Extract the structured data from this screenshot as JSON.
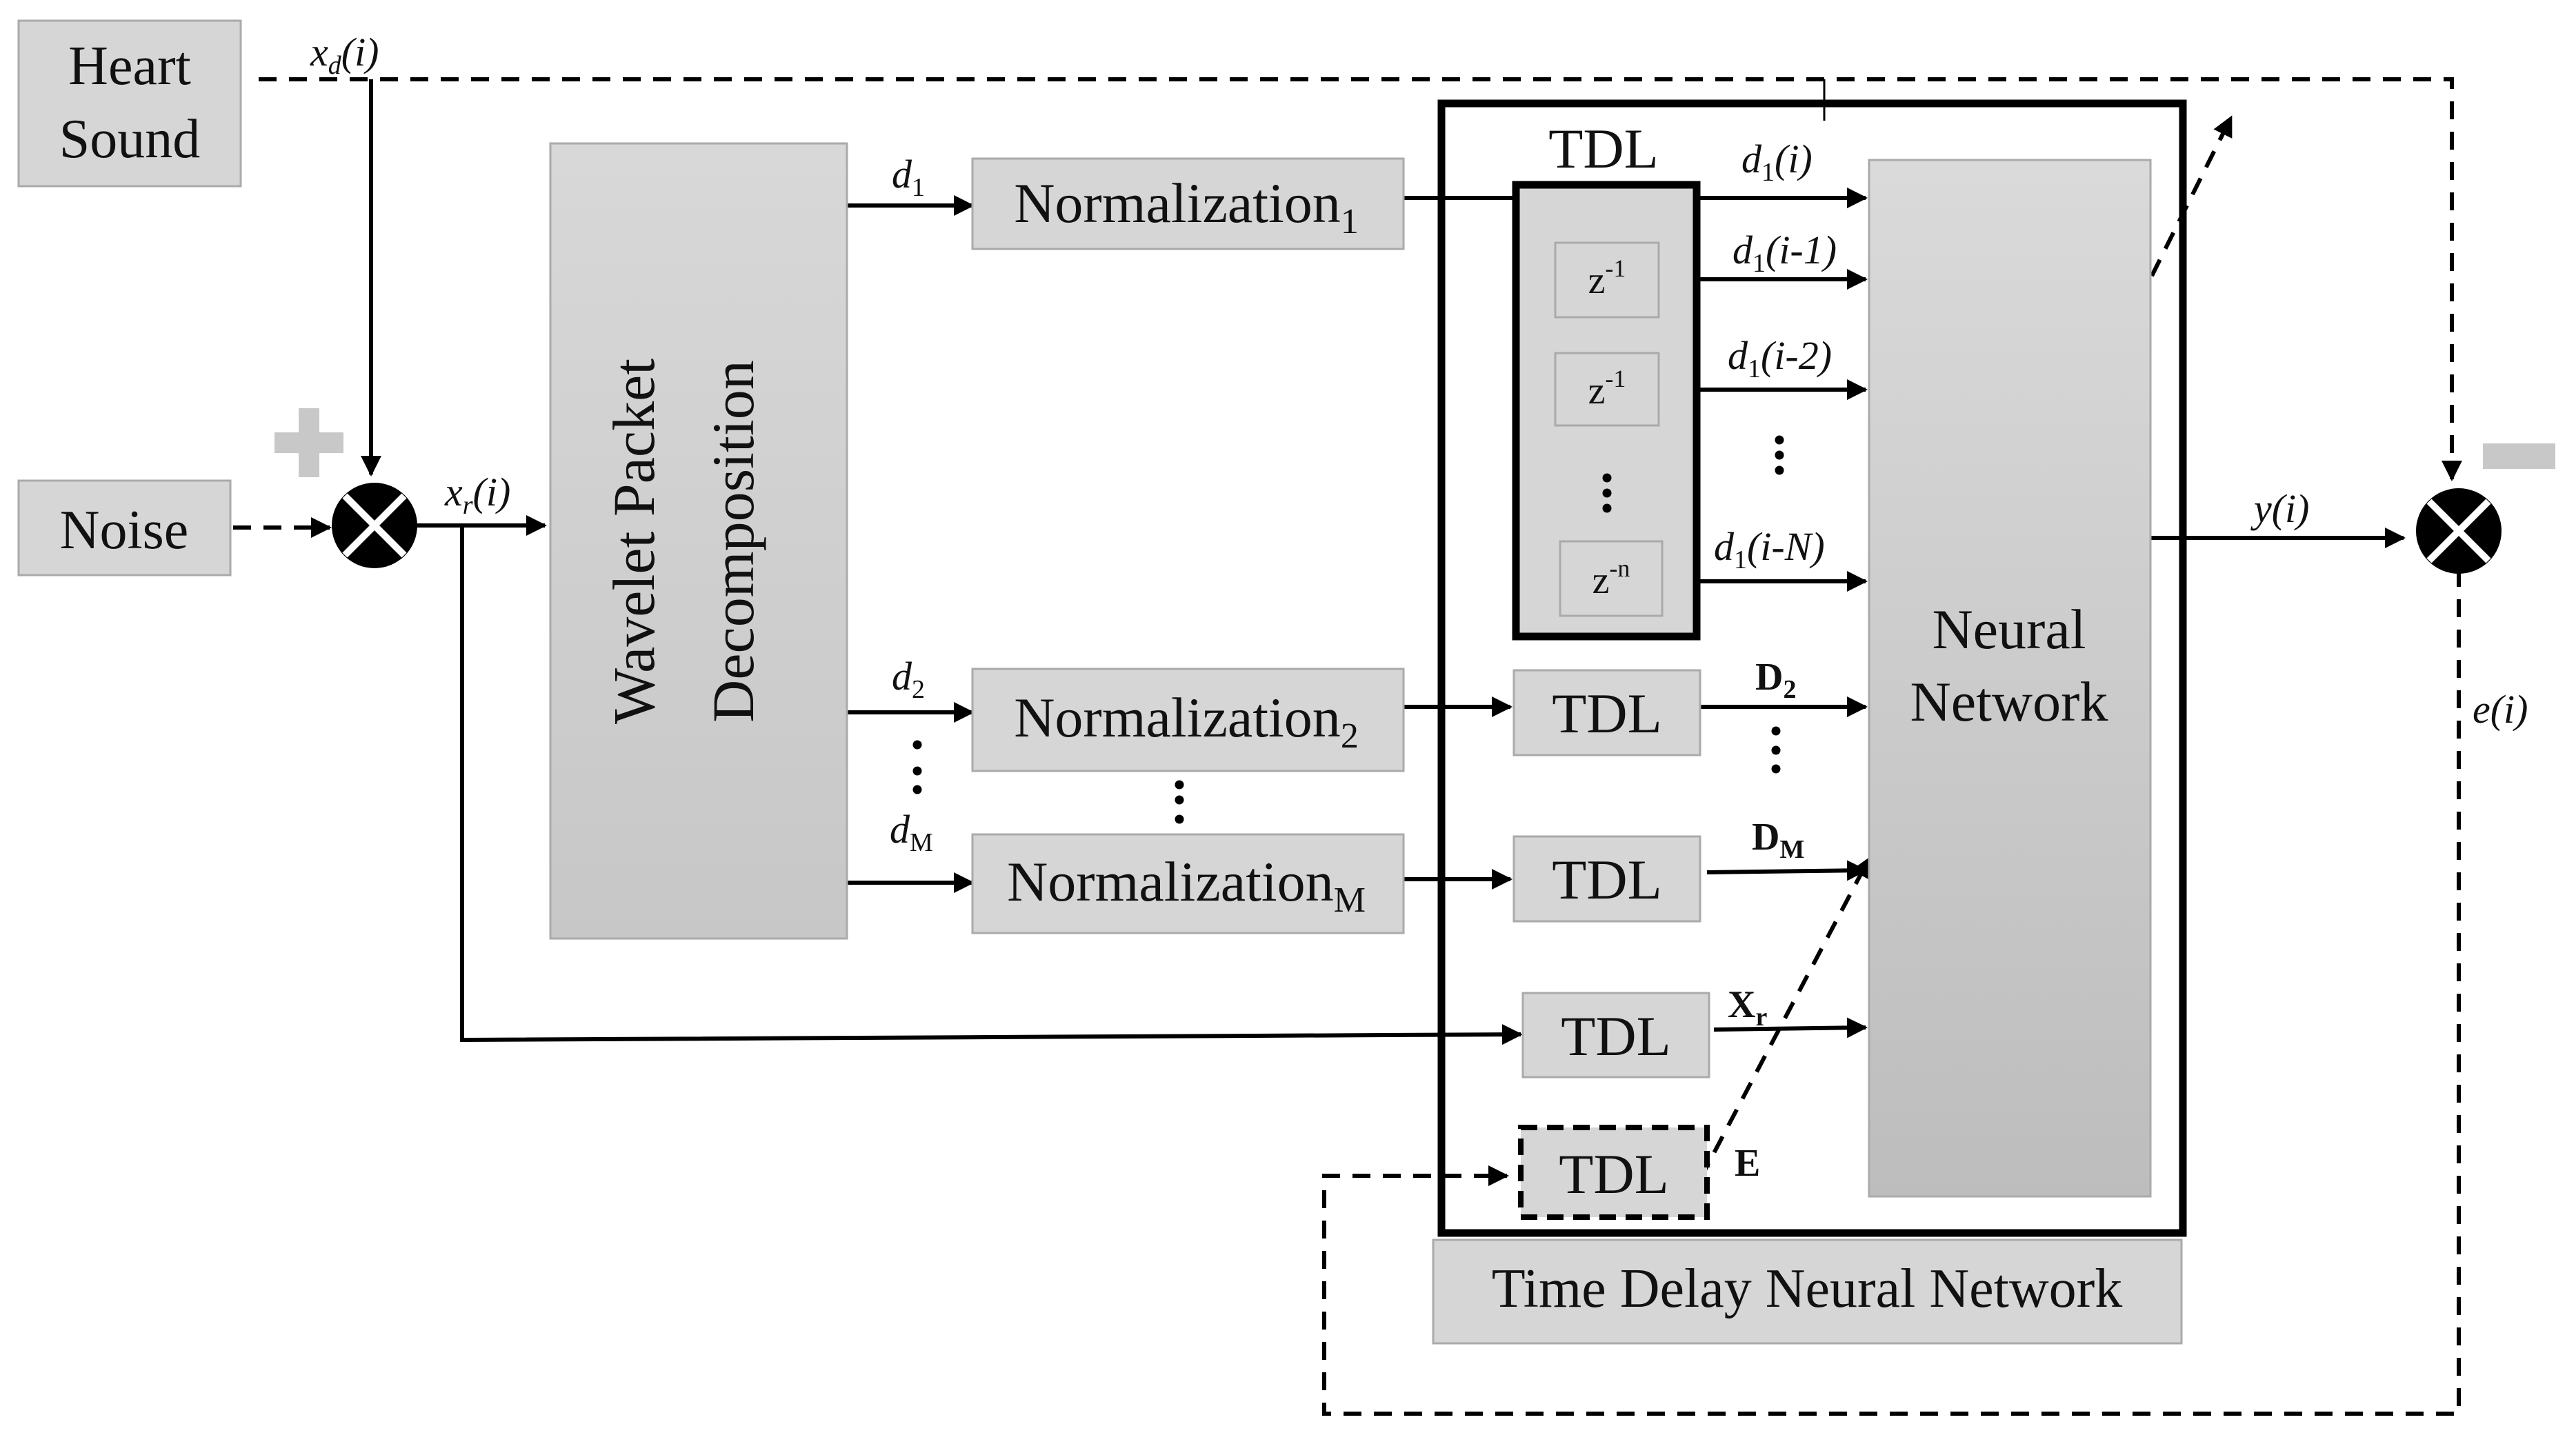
{
  "blocks": {
    "heart_sound": [
      "Heart",
      "Sound"
    ],
    "noise": "Noise",
    "wpd": [
      "Wavelet Packet",
      "Decomposition"
    ],
    "norm_base": "Normalization",
    "norm_subs": [
      "1",
      "2",
      "M"
    ],
    "tdl": "TDL",
    "delays": [
      {
        "base": "z",
        "exp": "-1"
      },
      {
        "base": "z",
        "exp": "-1"
      },
      {
        "base": "z",
        "exp": "-n"
      }
    ],
    "neural_network": [
      "Neural",
      "Network"
    ],
    "tdnn": "Time Delay Neural Network"
  },
  "signals": {
    "xd": {
      "v": "x",
      "sub": "d",
      "arg": "(i)"
    },
    "xr": {
      "v": "x",
      "sub": "r",
      "arg": "(i)"
    },
    "d1": {
      "v": "d",
      "sub": "1"
    },
    "d2": {
      "v": "d",
      "sub": "2"
    },
    "dM": {
      "v": "d",
      "sub": "M"
    },
    "d1_i": {
      "v": "d",
      "sub": "1",
      "arg": "(i)"
    },
    "d1_i1": {
      "v": "d",
      "sub": "1",
      "arg": "(i-1)"
    },
    "d1_i2": {
      "v": "d",
      "sub": "1",
      "arg": "(i-2)"
    },
    "d1_iN": {
      "v": "d",
      "sub": "1",
      "arg": "(i-N)"
    },
    "D2": {
      "v": "D",
      "sub": "2"
    },
    "DM": {
      "v": "D",
      "sub": "M"
    },
    "Xr": {
      "v": "X",
      "sub": "r"
    },
    "E": "E",
    "y": "y(i)",
    "e": "e(i)"
  },
  "colors": {
    "box_fill": "#d6d6d6",
    "box_border": "#aaaaaa",
    "line": "#000000",
    "sign": "#c8c8c8"
  }
}
